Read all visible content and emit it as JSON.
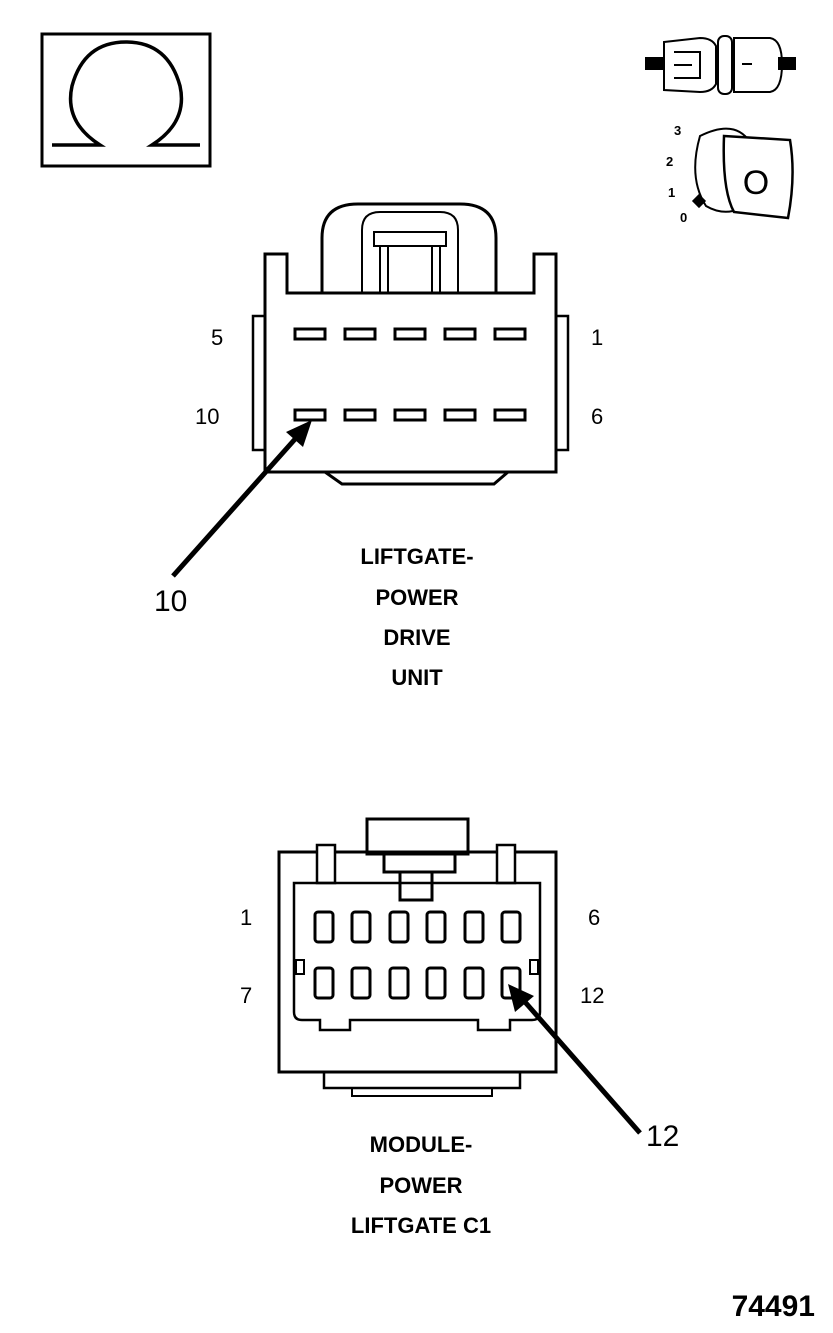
{
  "ohmmeter_symbol": "Ω",
  "ignition_positions": [
    "0",
    "1",
    "2",
    "3"
  ],
  "key_letter": "O",
  "connector_1": {
    "pin_labels": {
      "top_left": "5",
      "top_right": "1",
      "bottom_left": "10",
      "bottom_right": "6"
    },
    "callout": "10",
    "title_lines": [
      "LIFTGATE-",
      "POWER",
      "DRIVE",
      "UNIT"
    ]
  },
  "connector_2": {
    "pin_labels": {
      "top_left": "1",
      "top_right": "6",
      "bottom_left": "7",
      "bottom_right": "12"
    },
    "callout": "12",
    "title_lines": [
      "MODULE-",
      "POWER",
      "LIFTGATE C1"
    ]
  },
  "figure_number": "74491"
}
